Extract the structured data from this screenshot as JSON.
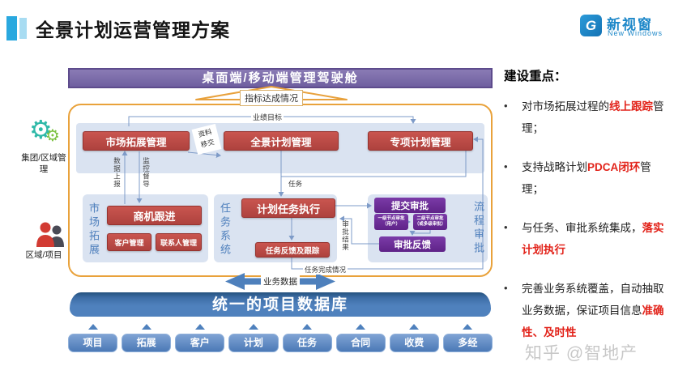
{
  "slide": {
    "title": "全景计划运营管理方案"
  },
  "logo": {
    "mark": "G",
    "cn": "新视窗",
    "en": "New Windows"
  },
  "cockpit": {
    "label": "桌面端/移动端管理驾驶舱"
  },
  "flow": {
    "indicator": "指标达成情况",
    "perf_goal": "业绩目标",
    "handover_l1": "资料",
    "handover_l2": "移交",
    "data_report": "数据上报",
    "supervise": "监控督导",
    "task": "任务",
    "approval_result": "审批结果",
    "task_done": "任务完成情况",
    "biz_data": "业务数据"
  },
  "side": {
    "group": "集团/区域管理",
    "region": "区域/项目"
  },
  "row1": [
    "市场拓展管理",
    "全景计划管理",
    "专项计划管理"
  ],
  "panels": {
    "market": {
      "title": "市场拓展",
      "main": "商机跟进",
      "sub1": "客户管理",
      "sub2": "联系人管理"
    },
    "task": {
      "title": "任务系统",
      "exec": "计划任务执行",
      "feedback": "任务反馈及跟踪"
    },
    "approval": {
      "title": "流程审批",
      "submit": "提交审批",
      "node1_l1": "一级节点审批",
      "node1_l2": "（用户）",
      "node2_l1": "二级节点审批",
      "node2_l2": "（或多级审批）",
      "feedback": "审批反馈"
    }
  },
  "database": {
    "title": "统一的项目数据库",
    "modules": [
      "项目",
      "拓展",
      "客户",
      "计划",
      "任务",
      "合同",
      "收费",
      "多经"
    ]
  },
  "right": {
    "heading": "建设重点：",
    "bullet_char": "•",
    "bullets": [
      {
        "pre": "对市场拓展过程的",
        "em": "线上跟踪",
        "post": "管理；"
      },
      {
        "pre": "支持战略计划",
        "em": "PDCA闭环",
        "post": "管理；"
      },
      {
        "pre": "与任务、审批系统集成，",
        "em": "落实计划执行",
        "post": ""
      },
      {
        "pre": "完善业务系统覆盖，自动抽取业务数据，保证项目信息",
        "em": "准确性、及时性",
        "post": ""
      }
    ],
    "watermark": "知乎 @智地产"
  },
  "colors": {
    "accent_red_box": "#B84744",
    "steel_blue": "#4F81BD",
    "light_blue_panel": "#DAE3F1",
    "purple_bar": "#7A69A7",
    "purple_box": "#6E2F9E",
    "orange_frame": "#E9A23B",
    "highlight_red": "#E2231A",
    "logo_blue": "#1E88C9",
    "teal_icon": "#2FB9A8",
    "green_icon": "#7DC242"
  }
}
